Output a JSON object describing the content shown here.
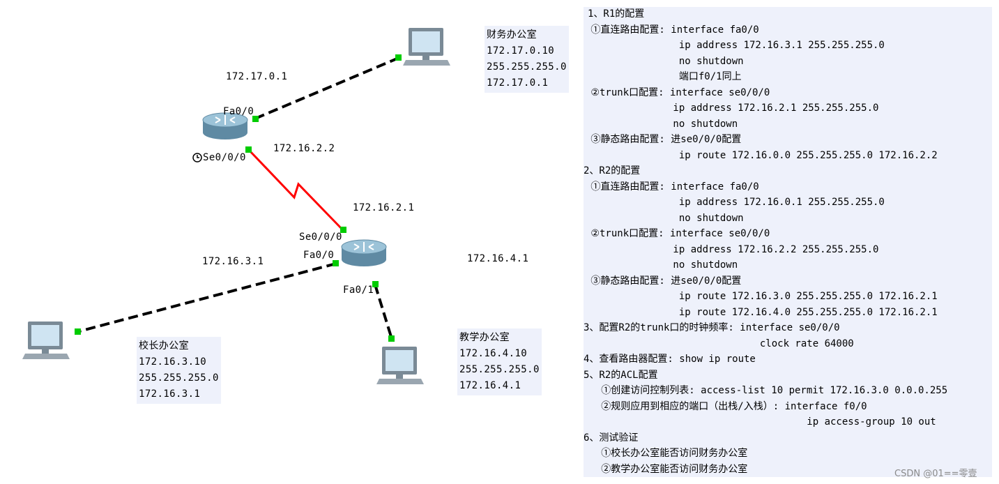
{
  "topology": {
    "routers": [
      {
        "id": "R1",
        "interfaces": {
          "fa": "Fa0/0",
          "se": "Se0/0/0"
        }
      },
      {
        "id": "R2",
        "interfaces": {
          "se": "Se0/0/0",
          "fa0": "Fa0/0",
          "fa1": "Fa0/1"
        }
      }
    ],
    "labels": {
      "r1_fa_ip": "172.17.0.1",
      "r1_fa": "Fa0/0",
      "r1_se": "Se0/0/0",
      "r1_se_ip": "172.16.2.2",
      "r2_se_ip": "172.16.2.1",
      "r2_se": "Se0/0/0",
      "r2_fa0": "Fa0/0",
      "r2_fa0_ip": "172.16.3.1",
      "r2_fa1": "Fa0/1",
      "r2_fa1_ip": "172.16.4.1"
    },
    "offices": {
      "finance": {
        "name": "财务办公室",
        "ip": "172.17.0.10",
        "mask": "255.255.255.0",
        "gateway": "172.17.0.1"
      },
      "principal": {
        "name": "校长办公室",
        "ip": "172.16.3.10",
        "mask": "255.255.255.0",
        "gateway": "172.16.3.1"
      },
      "teaching": {
        "name": "教学办公室",
        "ip": "172.16.4.10",
        "mask": "255.255.255.0",
        "gateway": "172.16.4.1"
      }
    },
    "colors": {
      "serial_link": "#ff0000",
      "ethernet_link": "#000000",
      "link_light": "#00cc00",
      "router": "#6f9cb6"
    }
  },
  "config_lines": [
    "1、R1的配置",
    " ①直连路由配置: interface fa0/0",
    "                ip address 172.16.3.1 255.255.255.0",
    "                no shutdown",
    "                端口f0/1同上",
    " ②trunk口配置: interface se0/0/0",
    "               ip address 172.16.2.1 255.255.255.0",
    "               no shutdown",
    " ③静态路由配置: 进se0/0/0配置",
    "                ip route 172.16.0.0 255.255.255.0 172.16.2.2",
    "2、R2的配置",
    " ①直连路由配置: interface fa0/0",
    "                ip address 172.16.0.1 255.255.255.0",
    "                no shutdown",
    " ②trunk口配置: interface se0/0/0",
    "               ip address 172.16.2.2 255.255.255.0",
    "               no shutdown",
    " ③静态路由配置: 进se0/0/0配置",
    "                ip route 172.16.3.0 255.255.255.0 172.16.2.1",
    "                ip route 172.16.4.0 255.255.255.0 172.16.2.1",
    "3、配置R2的trunk口的时钟频率: interface se0/0/0",
    "                              clock rate 64000",
    "4、查看路由器配置: show ip route",
    "5、R2的ACL配置",
    "   ①创建访问控制列表: access-list 10 permit 172.16.3.0 0.0.0.255",
    "   ②规则应用到相应的端口（出栈/入栈）: interface f0/0",
    "                                      ip access-group 10 out",
    "6、测试验证",
    "   ①校长办公室能否访问财务办公室",
    "   ②教学办公室能否访问财务办公室"
  ],
  "watermark": "CSDN @01==零壹"
}
